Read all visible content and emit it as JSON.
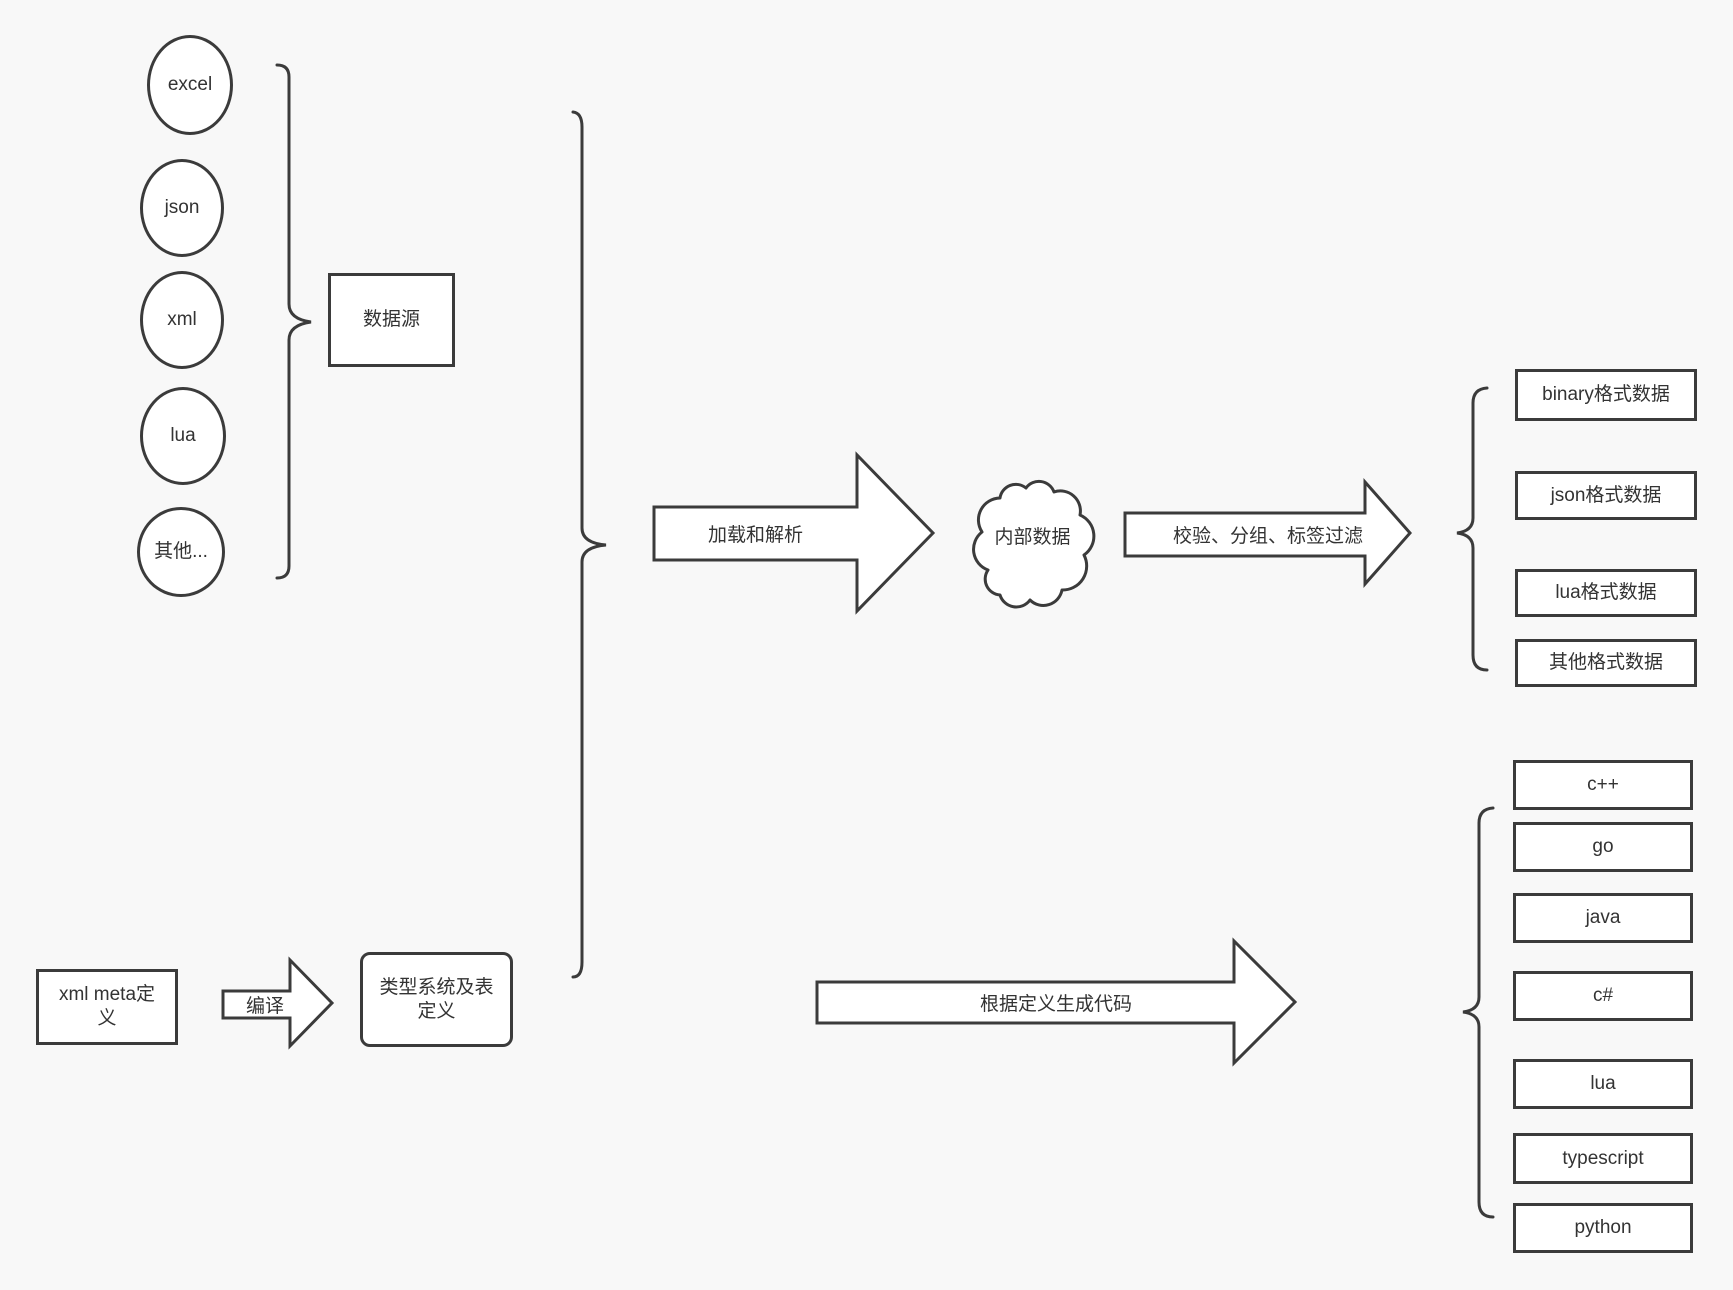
{
  "canvas": {
    "bg": "#f8f8f8",
    "stroke": "#3b3b3b",
    "fill": "#ffffff",
    "text": "#333333"
  },
  "sources": {
    "items": [
      "excel",
      "json",
      "xml",
      "lua",
      "其他..."
    ],
    "group_label": "数据源"
  },
  "pipeline": {
    "load_arrow_label": "加载和解析",
    "cloud_label": "内部数据",
    "filter_arrow_label": "校验、分组、标签过滤"
  },
  "outputs": {
    "formats": [
      "binary格式数据",
      "json格式数据",
      "lua格式数据",
      "其他格式数据"
    ]
  },
  "definition": {
    "meta_box_label": "xml meta定义",
    "compile_arrow_label": "编译",
    "type_system_box_label": "类型系统及表定义",
    "codegen_arrow_label": "根据定义生成代码"
  },
  "languages": {
    "items": [
      "c++",
      "go",
      "java",
      "c#",
      "lua",
      "typescript",
      "python"
    ]
  }
}
